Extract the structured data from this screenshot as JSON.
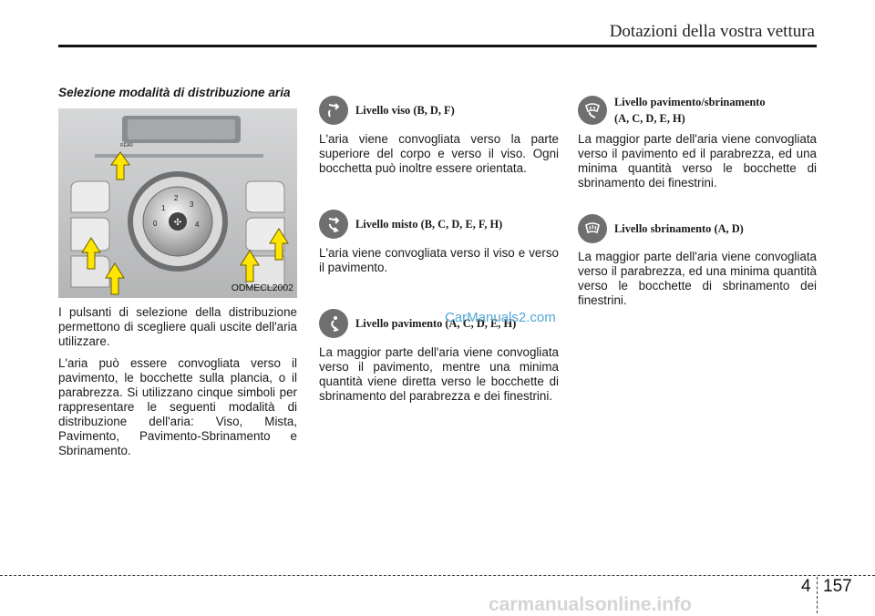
{
  "header": {
    "title": "Dotazioni della vostra vettura"
  },
  "col1": {
    "section_title": "Selezione modalità di distribuzione aria",
    "figure_code": "ODMECL2002",
    "para1": "I pulsanti di selezione della distribuzione permettono di scegliere quali uscite dell'aria utilizzare.",
    "para2": "L'aria può essere convogliata verso il pavimento, le bocchette sulla plancia, o il parabrezza. Si utilizzano cinque simboli per rappresentare le seguenti modalità di distribuzione dell'aria: Viso, Mista, Pavimento, Pavimento-Sbrinamento e Sbrinamento.",
    "dial_numbers": [
      "1",
      "2",
      "3",
      "4",
      "0"
    ],
    "rear_label": "REAR"
  },
  "modes": {
    "face": {
      "title": "Livello viso (B, D, F)",
      "text": "L'aria viene convogliata verso la parte superiore del corpo e verso il viso. Ogni bocchetta può inoltre essere orientata."
    },
    "bilevel": {
      "title": "Livello misto (B, C, D, E, F, H)",
      "text": "L'aria viene convogliata verso il viso e verso il pavimento."
    },
    "floor": {
      "title": "Livello pavimento (A, C, D, E, H)",
      "text": "La maggior parte dell'aria viene convogliata verso il pavimento, mentre una minima quantità viene diretta verso le bocchette di sbrinamento del parabrezza e dei finestrini."
    },
    "floor_defrost": {
      "title_line1": "Livello pavimento/sbrinamento",
      "title_line2": "(A, C, D, E, H)",
      "text": "La maggior parte dell'aria viene convogliata verso il pavimento ed il parabrezza, ed una minima quantità verso le bocchette di sbrinamento dei finestrini."
    },
    "defrost": {
      "title": "Livello sbrinamento (A, D)",
      "text": "La maggior parte dell'aria viene convogliata verso il parabrezza, ed una minima quantità verso le bocchette di sbrinamento dei finestrini."
    }
  },
  "watermark": "CarManuals2.com",
  "footer": {
    "chapter": "4",
    "page": "157",
    "site_mark": "carmanualsonline.info"
  },
  "colors": {
    "accent_arrow": "#ffe500",
    "icon_gray": "#6f6f6f"
  }
}
